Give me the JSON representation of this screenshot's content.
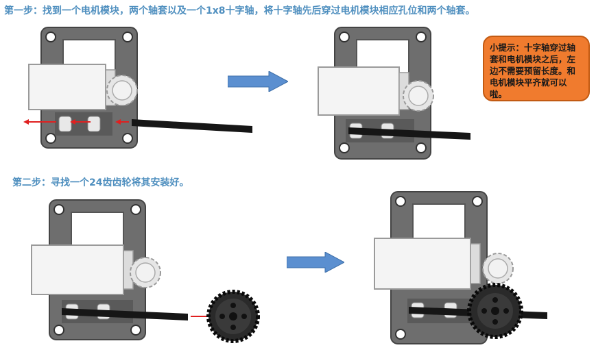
{
  "step1": {
    "title": "第一步：找到一个电机模块，两个轴套以及一个1x8十字轴，将十字轴先后穿过电机模块相应孔位和两个轴套。"
  },
  "tip": {
    "text": "小提示：十字轴穿过轴套和电机模块之后，左边不需要预留长度。和电机模块平齐就可以啦。"
  },
  "step2": {
    "title": "第二步：寻找一个24齿齿轮将其安装好。"
  },
  "colors": {
    "title": "#4f8fbf",
    "tip_bg": "#f07b2e",
    "arrow": "#5b8fd0",
    "red_arrow": "#e02020"
  },
  "icons": {
    "step_arrow": "right-arrow-icon",
    "direction_arrow": "red-arrow-icon"
  }
}
